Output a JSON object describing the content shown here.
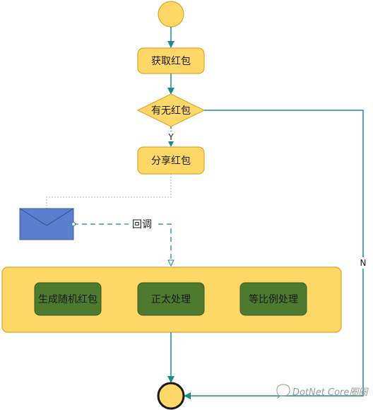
{
  "diagram": {
    "nodes": {
      "get_packet": "获取红包",
      "has_packet": "有无红包",
      "share_packet": "分享红包",
      "gen_random": "生成随机红包",
      "normal_process": "正太处理",
      "ratio_process": "等比例处理"
    },
    "edges": {
      "yes_label": "Y",
      "no_label": "N",
      "callback_label": "回调"
    },
    "watermark": "DotNet Core圈圈",
    "colors": {
      "node_fill": "#FDD866",
      "node_stroke": "#D9A62E",
      "inner_node_fill": "#4D7A2E",
      "envelope_fill": "#5B7FCC",
      "connector": "#1E8A8F"
    }
  }
}
